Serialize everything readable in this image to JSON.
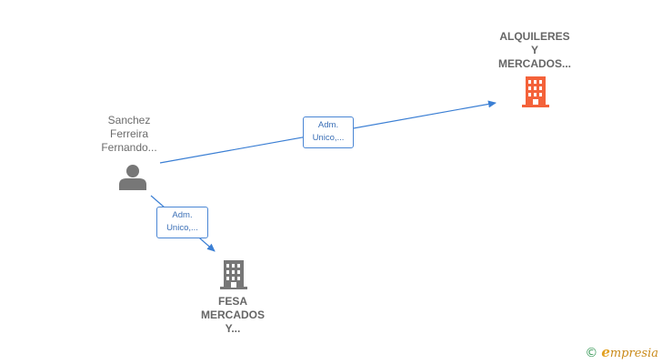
{
  "colors": {
    "edge": "#3b7fd4",
    "person_icon": "#777777",
    "company_icon_highlight": "#f4623a",
    "company_icon": "#777777",
    "text": "#666666"
  },
  "nodes": {
    "person": {
      "lines": [
        "Sanchez",
        "Ferreira",
        "Fernando..."
      ],
      "icon": "person-icon"
    },
    "company_alquileres": {
      "lines": [
        "ALQUILERES",
        "Y",
        "MERCADOS..."
      ],
      "icon": "building-icon"
    },
    "company_fesa": {
      "lines": [
        "FESA",
        "MERCADOS",
        "Y..."
      ],
      "icon": "building-icon"
    }
  },
  "edges": {
    "to_alquileres": {
      "lines": [
        "Adm.",
        "Unico,..."
      ]
    },
    "to_fesa": {
      "lines": [
        "Adm.",
        "Unico,..."
      ]
    }
  },
  "brand": {
    "copyright": "©",
    "initial": "e",
    "name": "mpresia"
  }
}
